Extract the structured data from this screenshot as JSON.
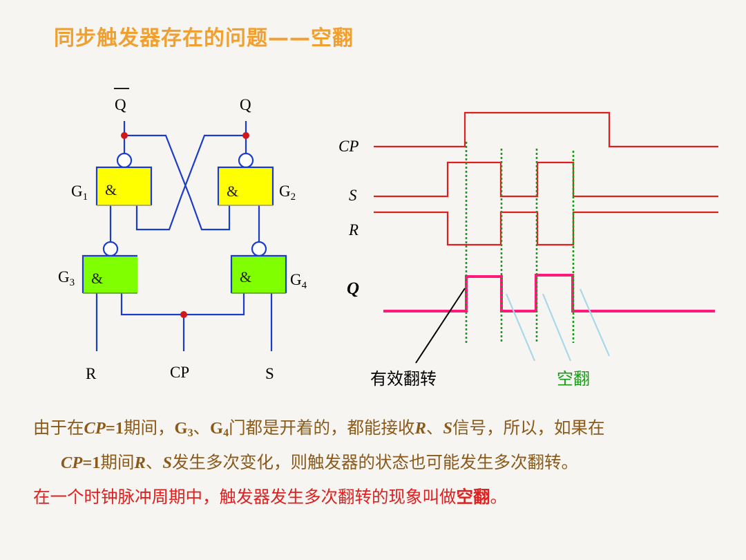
{
  "title": "同步触发器存在的问题——空翻",
  "circuit": {
    "qbar_label": "Q",
    "q_label": "Q",
    "gate_symbol": "&",
    "g1": "G",
    "g1_sub": "1",
    "g2": "G",
    "g2_sub": "2",
    "g3": "G",
    "g3_sub": "3",
    "g4": "G",
    "g4_sub": "4",
    "input_r": "R",
    "input_cp": "CP",
    "input_s": "S"
  },
  "timing": {
    "cp_label": "CP",
    "s_label": "S",
    "r_label": "R",
    "q_label": "Q",
    "valid_toggle_label": "有效翻转",
    "empty_toggle_label": "空翻"
  },
  "explanation": {
    "p1_a": "由于在",
    "p1_cp": "CP",
    "p1_eq": "=1",
    "p1_b": "期间，",
    "p1_g3": "G",
    "p1_g3_sub": "3",
    "p1_sep": "、",
    "p1_g4": "G",
    "p1_g4_sub": "4",
    "p1_c": "门都是开着的，都能接收",
    "p1_r": "R",
    "p1_sep2": "、",
    "p1_s": "S",
    "p1_d": "信号，所以，如果在",
    "p2_cp": "CP",
    "p2_eq": "=1",
    "p2_a": "期间",
    "p2_r": "R",
    "p2_sep": "、",
    "p2_s": "S",
    "p2_b": "发生多次变化，则触发器的状态也可能发生多次翻转。"
  },
  "conclusion": {
    "text": "在一个时钟脉冲周期中，触发器发生多次翻转的现象叫做",
    "term": "空翻",
    "end": "。"
  },
  "colors": {
    "title": "#f0a030",
    "wire": "#1a3cc8",
    "gate_top": "#ffff00",
    "gate_bottom": "#7fff00",
    "signal": "#e02020",
    "q_signal": "#ff1a7a",
    "guide": "#1a9a1a",
    "empty_label": "#1a9a1a",
    "text_body": "#8a5a1a"
  }
}
